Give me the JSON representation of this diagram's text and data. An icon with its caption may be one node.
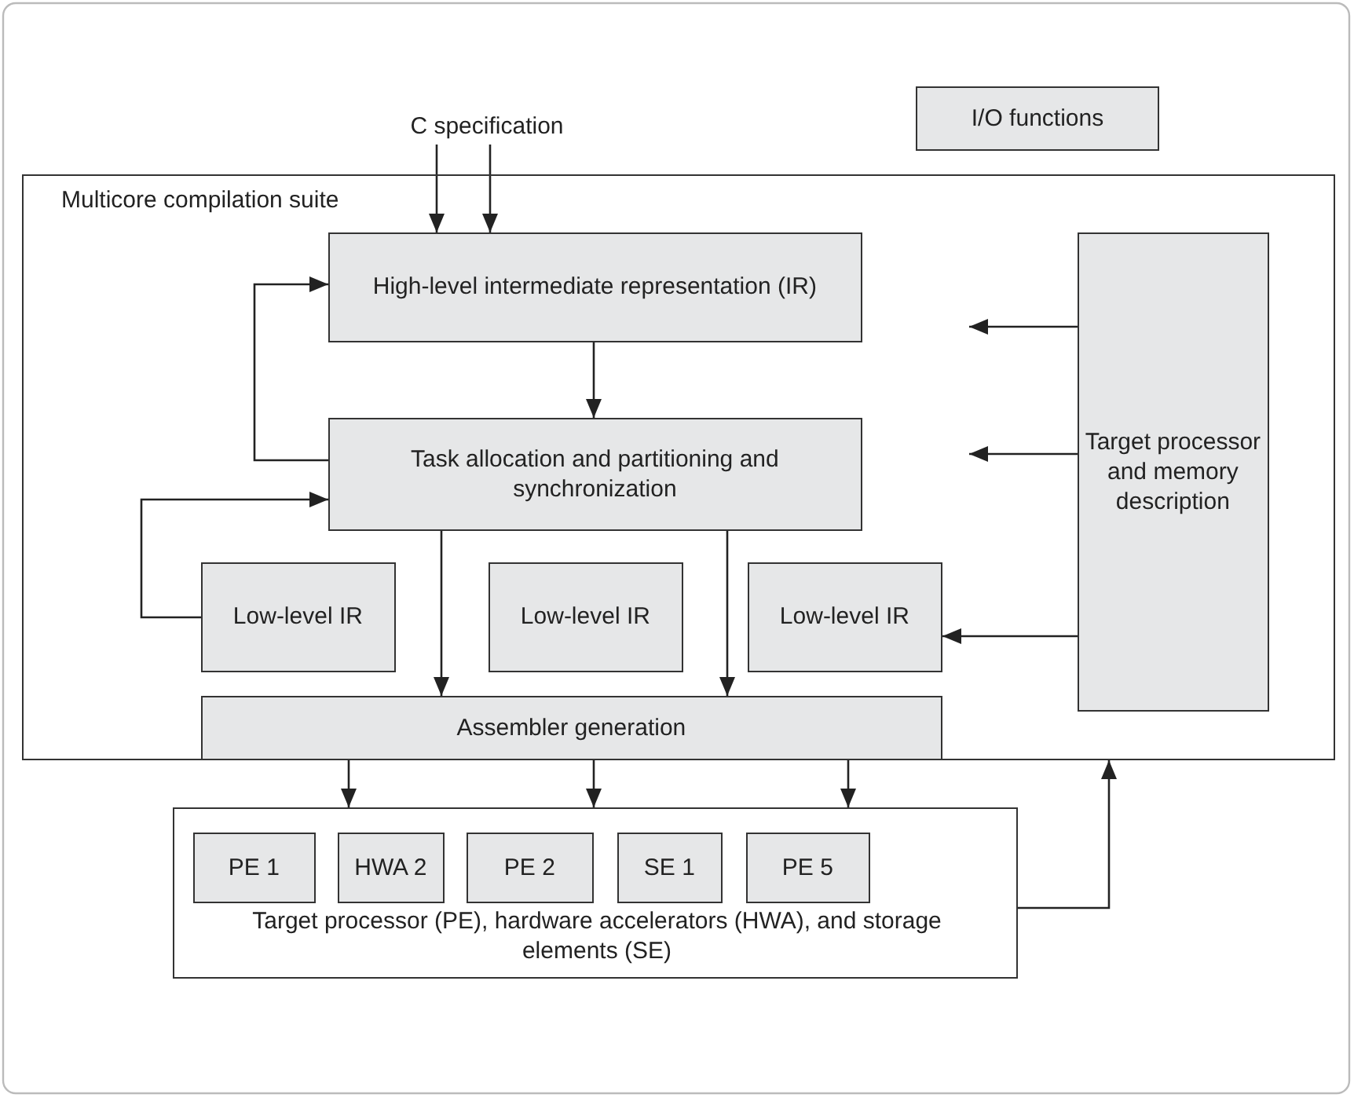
{
  "diagram": {
    "nodes": [
      {
        "text": [
          "I/O functions"
        ]
      },
      {
        "text": [
          "Multicore compilation suite"
        ]
      },
      {
        "text": [
          "C specification"
        ]
      },
      {
        "text": [
          "High-level intermediate representation (IR)"
        ],
        "in": 1
      },
      {
        "text": [
          "Task allocation and partitioning and synchronization"
        ],
        "in": 1
      },
      {
        "text": [
          "Low-level IR"
        ],
        "in": 1
      },
      {
        "text": [
          "Low-level IR"
        ],
        "in": 1
      },
      {
        "text": [
          "Low-level IR"
        ],
        "in": 1
      },
      {
        "text": [
          "Assembler generation"
        ],
        "in": 1
      },
      {
        "text": [
          "Target processor and memory description"
        ],
        "in": 1
      },
      {
        "text": [
          "Target processor (PE), hardware accelerators (HWA), and storage elements (SE)"
        ]
      },
      {
        "text": [
          "PE 1"
        ],
        "in": 10
      },
      {
        "text": [
          "HWA 2"
        ],
        "in": 10
      },
      {
        "text": [
          "PE 2"
        ],
        "in": 10
      },
      {
        "text": [
          "SE 1"
        ],
        "in": 10
      },
      {
        "text": [
          "PE 5"
        ],
        "in": 10
      }
    ],
    "edges": [
      {
        "from": 2,
        "to": 3,
        "arrow": "to"
      },
      {
        "from": 2,
        "to": 3,
        "arrow": "to"
      },
      {
        "from": 3,
        "to": 4,
        "arrow": "to"
      },
      {
        "from": 4,
        "to": 3,
        "arrow": "to"
      },
      {
        "from": 5,
        "to": 4,
        "arrow": "to"
      },
      {
        "from": 4,
        "to": 8,
        "arrow": "to"
      },
      {
        "from": 4,
        "to": 8,
        "arrow": "to"
      },
      {
        "from": 9,
        "to": null,
        "arrow": "to"
      },
      {
        "from": 9,
        "to": null,
        "arrow": "to"
      },
      {
        "from": 9,
        "to": 7,
        "arrow": "to"
      },
      {
        "from": 8,
        "to": 10,
        "arrow": "to"
      },
      {
        "from": 8,
        "to": 10,
        "arrow": "to"
      },
      {
        "from": 8,
        "to": 10,
        "arrow": "to"
      },
      {
        "from": 10,
        "to": 1,
        "arrow": "to"
      }
    ]
  }
}
